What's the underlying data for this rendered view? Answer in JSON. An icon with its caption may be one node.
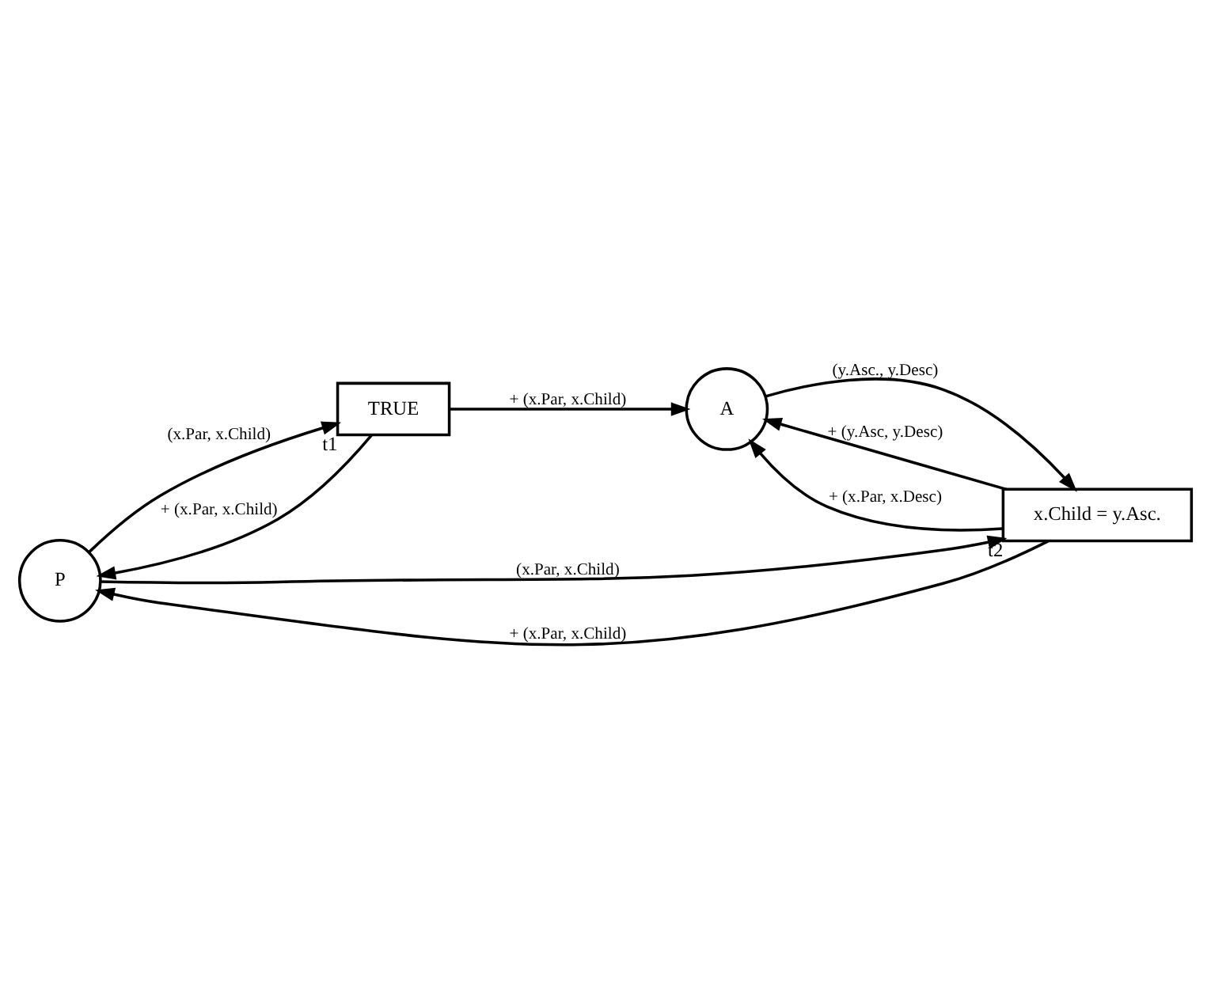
{
  "diagram": {
    "nodes": [
      {
        "text": [
          "P"
        ]
      },
      {
        "text": [
          "TRUE"
        ],
        "beside": [
          "t1"
        ]
      },
      {
        "text": [
          "A"
        ]
      },
      {
        "text": [
          "x.Child = y.Asc."
        ],
        "beside": [
          "t2"
        ]
      }
    ],
    "edges": [
      {
        "from": 0,
        "to": 1,
        "arrow": "to",
        "label": "(x.Par, x.Child)"
      },
      {
        "from": 1,
        "to": 0,
        "arrow": "to",
        "label": "+ (x.Par, x.Child)"
      },
      {
        "from": 1,
        "to": 2,
        "arrow": "to",
        "label": "+ (x.Par, x.Child)"
      },
      {
        "from": 0,
        "to": 3,
        "arrow": "to",
        "label": "(x.Par, x.Child)"
      },
      {
        "from": 2,
        "to": 3,
        "arrow": "to",
        "label": "(y.Asc., y.Desc)"
      },
      {
        "from": 3,
        "to": 2,
        "arrow": "to",
        "label": "+ (y.Asc, y.Desc)"
      },
      {
        "from": 3,
        "to": 0,
        "arrow": "to",
        "label": "+ (x.Par, x.Child)"
      },
      {
        "from": 3,
        "to": 2,
        "arrow": "to",
        "label": "+ (x.Par, x.Desc)"
      }
    ]
  }
}
